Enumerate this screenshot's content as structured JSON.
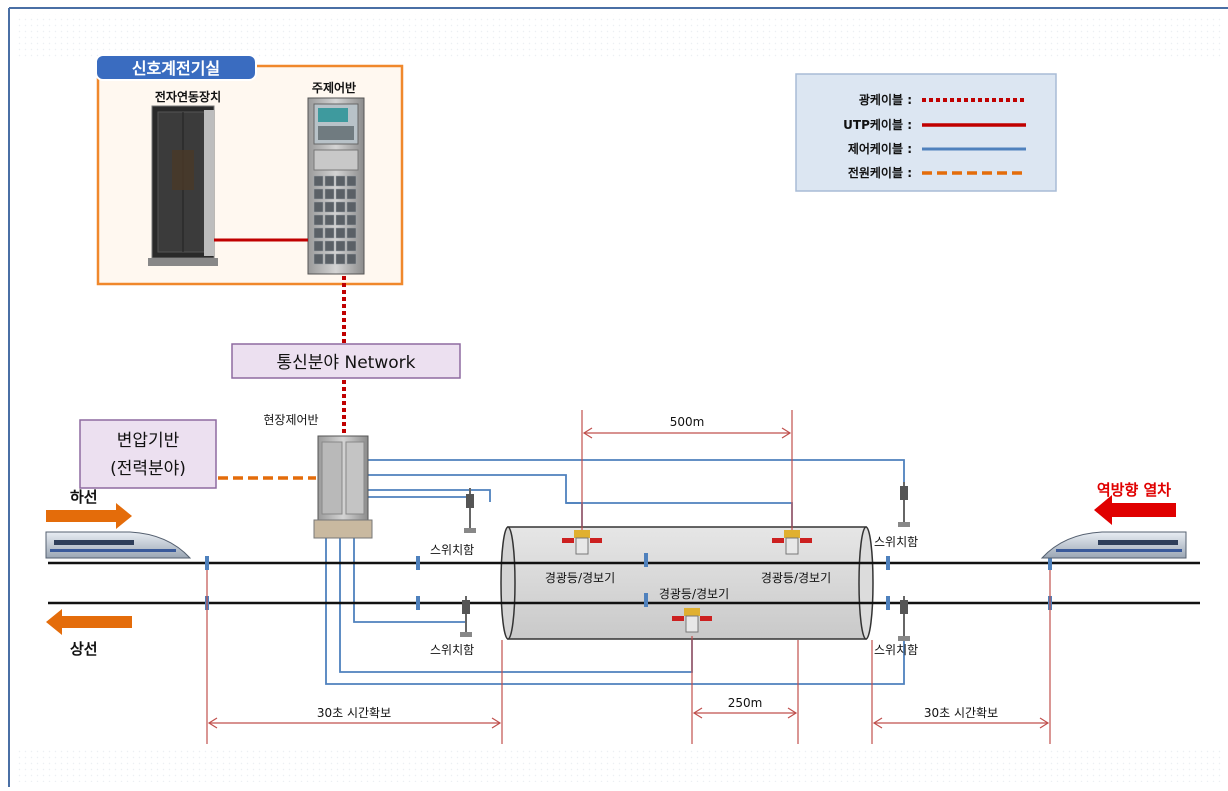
{
  "equipment_room": {
    "title": "신호계전기실",
    "interlocking_label": "전자연동장치",
    "main_panel_label": "주제어반"
  },
  "legend": {
    "items": [
      {
        "label": "광케이블 :",
        "color": "#c00000",
        "style": "dotted"
      },
      {
        "label": "UTP케이블 :",
        "color": "#c00000",
        "style": "solid"
      },
      {
        "label": "제어케이블 :",
        "color": "#4f81bd",
        "style": "solid"
      },
      {
        "label": "전원케이블 :",
        "color": "#e46c0a",
        "style": "dashed"
      }
    ]
  },
  "network_box": "통신분야 Network",
  "transformer_box": {
    "line1": "변압기반",
    "line2": "(전력분야)"
  },
  "field_panel_label": "현장제어반",
  "tracks": {
    "down_line": "하선",
    "up_line": "상선"
  },
  "reverse_train": "역방향 열차",
  "switch_box_label": "스위치함",
  "warning_light_label": "경광등/경보기",
  "distances": {
    "span_500": "500m",
    "span_250": "250m",
    "time_margin": "30초 시간확보"
  },
  "colors": {
    "fiber": "#c00000",
    "utp": "#c00000",
    "control": "#4f81bd",
    "power": "#e46c0a",
    "arrow_down": "#e46c0a",
    "arrow_reverse": "#e00000"
  }
}
